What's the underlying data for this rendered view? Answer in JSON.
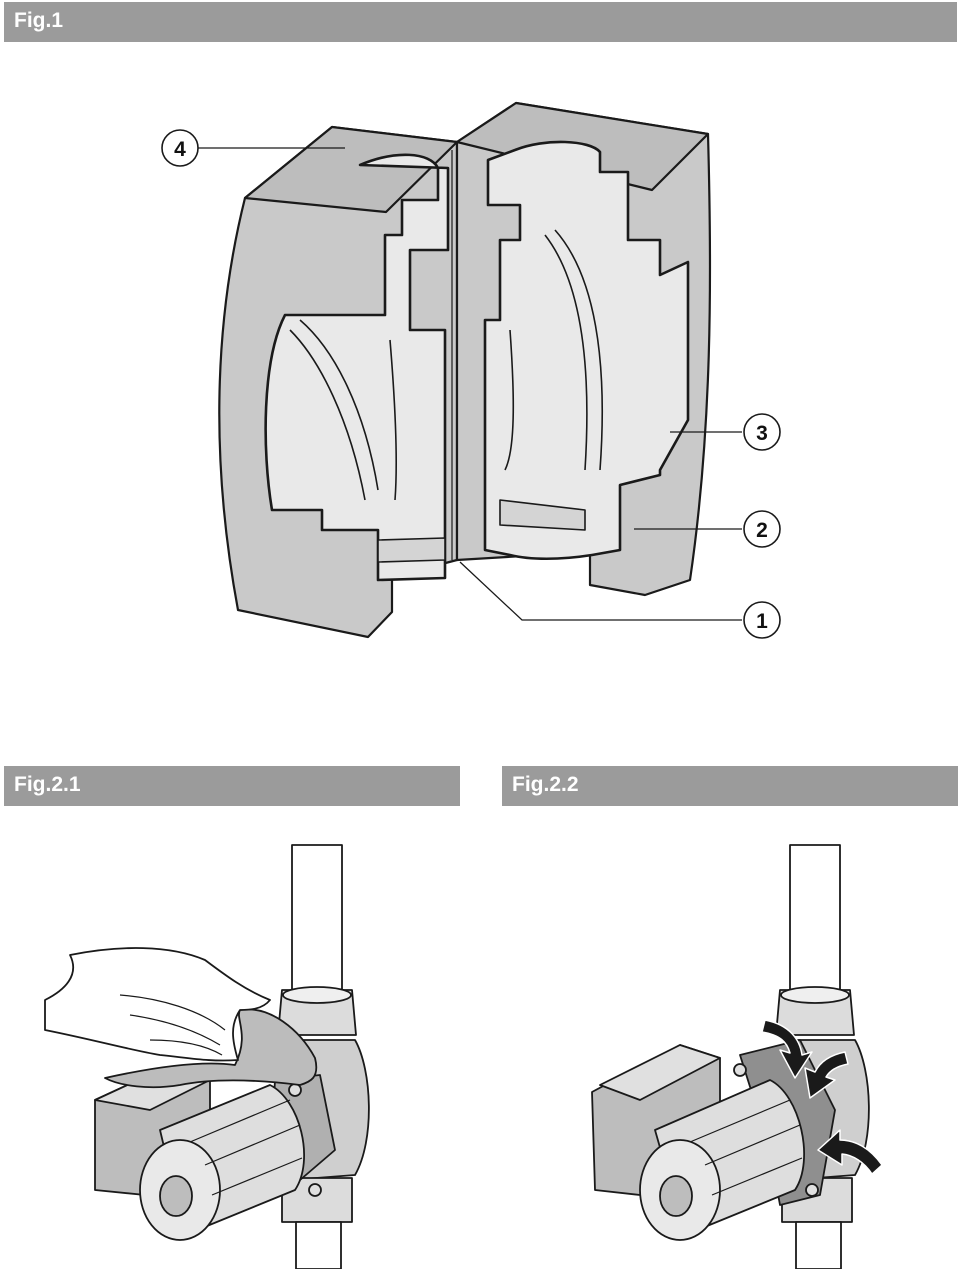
{
  "figures": {
    "fig1": {
      "title": "Fig.1"
    },
    "fig21": {
      "title": "Fig.2.1"
    },
    "fig22": {
      "title": "Fig.2.2"
    }
  },
  "callouts": {
    "c1": "1",
    "c2": "2",
    "c3": "3",
    "c4": "4"
  }
}
